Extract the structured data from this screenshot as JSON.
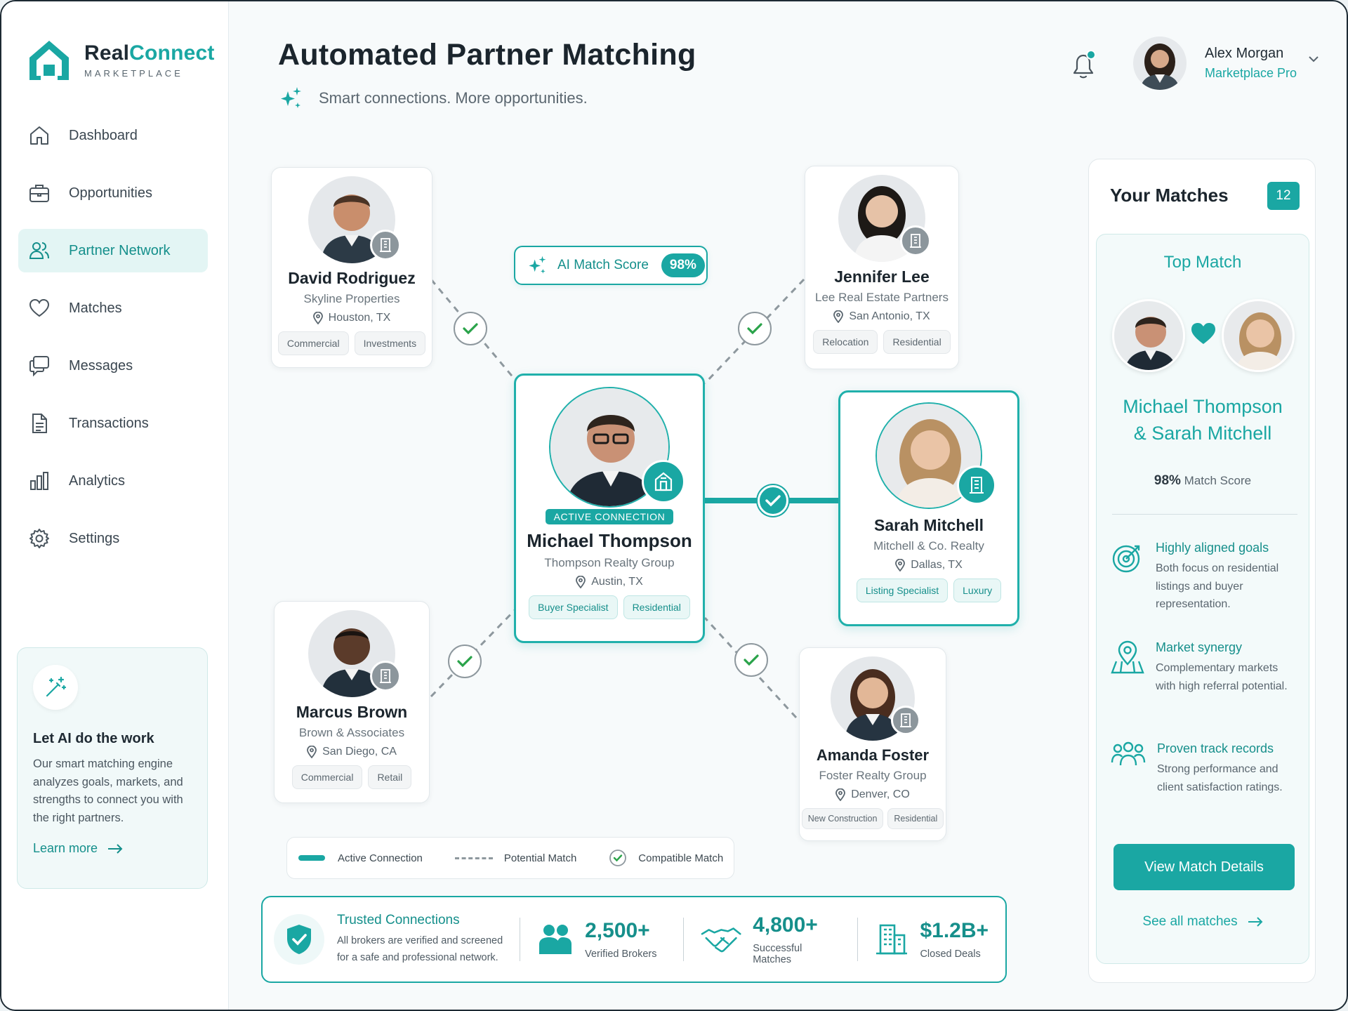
{
  "app": {
    "name_part1": "Real",
    "name_part2": "Connect",
    "tagline": "MARKETPLACE"
  },
  "nav": {
    "dashboard": "Dashboard",
    "opportunities": "Opportunities",
    "partner_network": "Partner Network",
    "matches": "Matches",
    "messages": "Messages",
    "transactions": "Transactions",
    "analytics": "Analytics",
    "settings": "Settings"
  },
  "ai_card": {
    "title": "Let AI do the work",
    "desc": "Our smart matching engine analyzes goals, markets, and strengths to connect you with the right partners.",
    "link": "Learn more"
  },
  "header": {
    "title": "Automated Partner Matching",
    "subtitle": "Smart connections. More opportunities."
  },
  "user": {
    "name": "Alex Morgan",
    "role": "Marketplace Pro"
  },
  "ai_score": {
    "label": "AI Match Score",
    "value": "98%"
  },
  "partners": {
    "david": {
      "name": "David Rodriguez",
      "org": "Skyline Properties",
      "location": "Houston, TX",
      "tags": [
        "Commercial",
        "Investments"
      ]
    },
    "jennifer": {
      "name": "Jennifer Lee",
      "org": "Lee Real Estate Partners",
      "location": "San Antonio, TX",
      "tags": [
        "Relocation",
        "Residential"
      ]
    },
    "michael": {
      "status": "ACTIVE CONNECTION",
      "name": "Michael Thompson",
      "org": "Thompson Realty Group",
      "location": "Austin, TX",
      "tags": [
        "Buyer Specialist",
        "Residential"
      ]
    },
    "sarah": {
      "name": "Sarah Mitchell",
      "org": "Mitchell & Co. Realty",
      "location": "Dallas, TX",
      "tags": [
        "Listing Specialist",
        "Luxury"
      ]
    },
    "marcus": {
      "name": "Marcus Brown",
      "org": "Brown & Associates",
      "location": "San Diego, CA",
      "tags": [
        "Commercial",
        "Retail"
      ]
    },
    "amanda": {
      "name": "Amanda Foster",
      "org": "Foster Realty Group",
      "location": "Denver, CO",
      "tags": [
        "New Construction",
        "Residential"
      ]
    }
  },
  "legend": {
    "active": "Active Connection",
    "potential": "Potential Match",
    "compatible": "Compatible Match"
  },
  "stats": {
    "trust_title": "Trusted Connections",
    "trust_desc_1": "All brokers are verified and screened",
    "trust_desc_2": "for a safe and professional network.",
    "brokers_value": "2,500+",
    "brokers_label": "Verified Brokers",
    "matches_value": "4,800+",
    "matches_label": "Successful Matches",
    "deals_value": "$1.2B+",
    "deals_label": "Closed Deals"
  },
  "panel": {
    "title": "Your Matches",
    "count": "12",
    "top_label": "Top Match",
    "pair_line1": "Michael Thompson",
    "pair_line2": "& Sarah Mitchell",
    "score_value": "98%",
    "score_label": "Match Score",
    "reasons": [
      {
        "title": "Highly aligned goals",
        "desc": "Both focus on residential listings and buyer representation."
      },
      {
        "title": "Market synergy",
        "desc": "Complementary markets with high referral potential."
      },
      {
        "title": "Proven track records",
        "desc": "Strong performance and client satisfaction ratings."
      }
    ],
    "view_button": "View Match Details",
    "see_all": "See all matches"
  },
  "colors": {
    "accent": "#1aa7a3",
    "accent_dark": "#148f8b",
    "text": "#1f2a33",
    "muted": "#5a666f"
  },
  "icons": {
    "logo": "house-logo-icon",
    "dashboard": "home-icon",
    "opportunities": "briefcase-icon",
    "partner_network": "users-icon",
    "matches": "heart-icon",
    "messages": "chat-icon",
    "transactions": "document-icon",
    "analytics": "bar-chart-icon",
    "settings": "gear-icon",
    "notifications": "bell-icon"
  }
}
